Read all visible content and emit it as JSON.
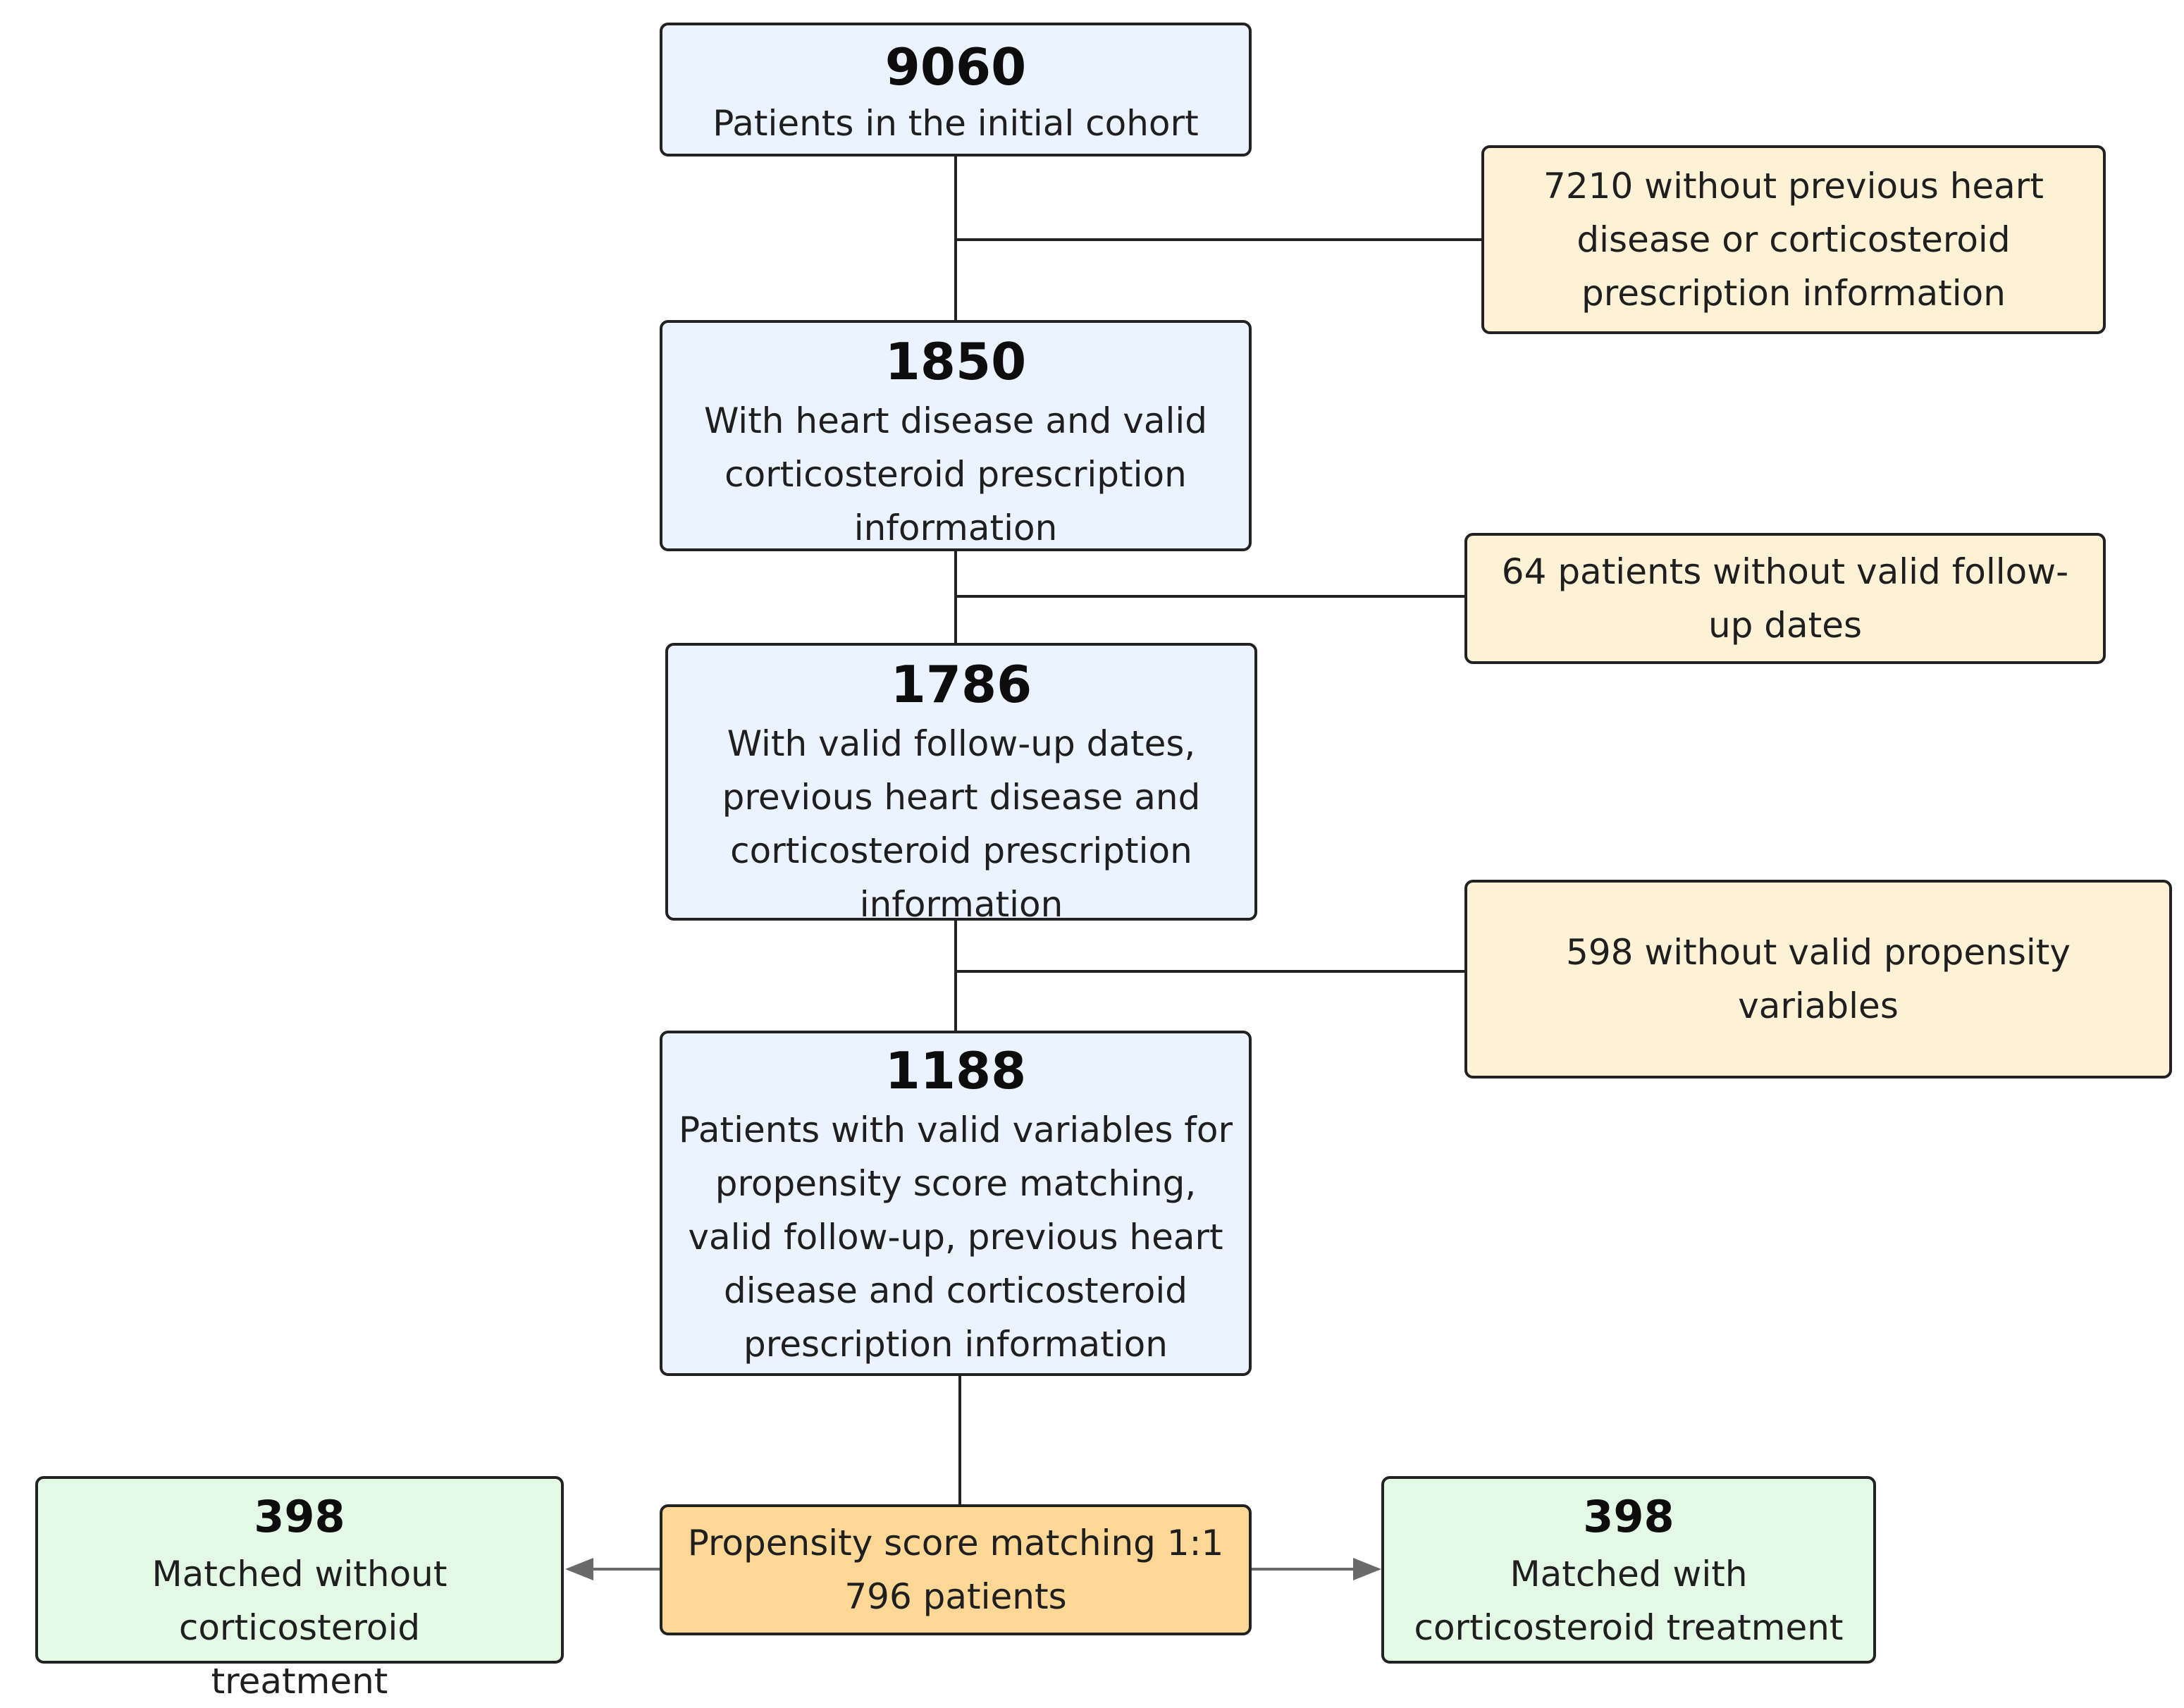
{
  "colors": {
    "main_fill": "#eaf3ff",
    "exclusion_fill": "#fdf1d6",
    "matching_fill": "#fcd795",
    "result_fill": "#e3f9e6",
    "border": "#222222",
    "arrow": "#6a6a6a"
  },
  "initial": {
    "count": "9060",
    "label": "Patients in the initial cohort"
  },
  "exclusion_1": {
    "label": "7210 without previous heart disease or corticosteroid prescription information"
  },
  "step_1850": {
    "count": "1850",
    "label": "With heart disease and valid corticosteroid prescription information"
  },
  "exclusion_2": {
    "label": "64 patients without valid follow-up dates"
  },
  "step_1786": {
    "count": "1786",
    "label": "With valid follow-up dates, previous heart disease and corticosteroid prescription information"
  },
  "exclusion_3": {
    "label": "598 without valid propensity variables"
  },
  "step_1188": {
    "count": "1188",
    "label": "Patients with valid variables for propensity score matching, valid follow-up, previous heart disease and corticosteroid prescription information"
  },
  "matching": {
    "line1": "Propensity score matching 1:1",
    "line2": "796 patients"
  },
  "matched_without": {
    "count": "398",
    "label": "Matched without corticosteroid treatment"
  },
  "matched_with": {
    "count": "398",
    "label": "Matched with corticosteroid treatment"
  }
}
